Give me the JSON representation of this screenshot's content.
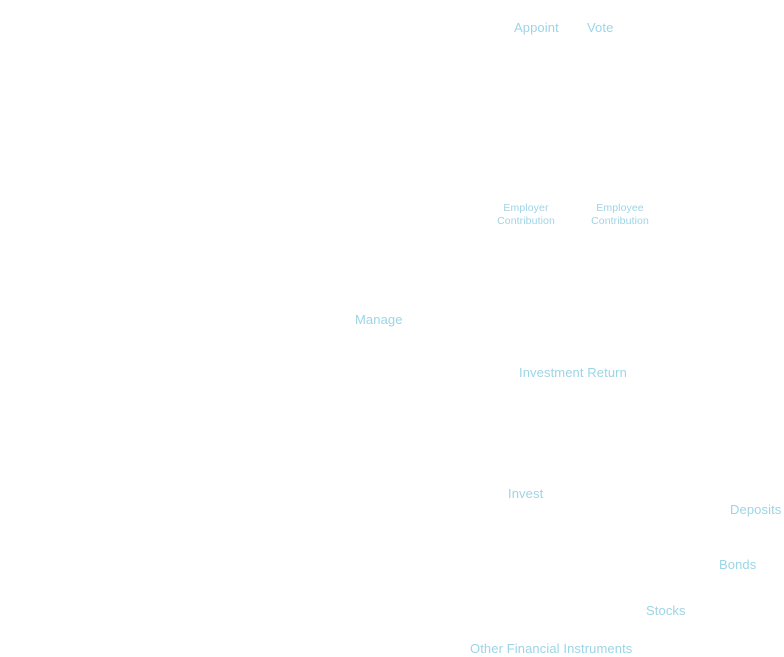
{
  "diagram": {
    "labels": {
      "appoint": "Appoint",
      "vote": "Vote",
      "employer_contribution": "Employer Contribution",
      "employee_contribution": "Employee Contribution",
      "manage": "Manage",
      "investment_return": "Investment Return",
      "invest": "Invest",
      "deposits": "Deposits",
      "bonds": "Bonds",
      "stocks": "Stocks",
      "other_financial_instruments": "Other Financial Instruments"
    },
    "text_color": "#9dd5e6"
  }
}
